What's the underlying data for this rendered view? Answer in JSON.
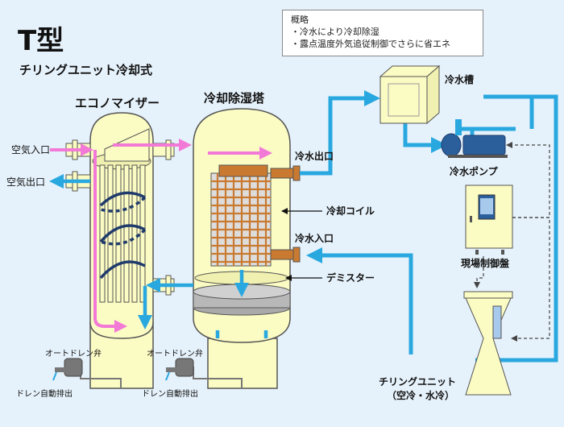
{
  "header": {
    "type_name": "T型",
    "subtitle": "チリングユニット冷却式"
  },
  "summary": {
    "heading": "概略",
    "lines": [
      "・冷水により冷却除湿",
      "・露点温度外気追従制御でさらに省エネ"
    ]
  },
  "labels": {
    "economizer": "エコノマイザー",
    "tower": "冷却除湿塔",
    "air_in": "空気入口",
    "air_out": "空気出口",
    "chilled_water_tank": "冷水槽",
    "chilled_water_pump": "冷水ポンプ",
    "chilled_water_outlet": "冷水出口",
    "chilled_water_inlet": "冷水入口",
    "cooling_coil": "冷却コイル",
    "demister": "デミスター",
    "control_panel": "現場制御盤",
    "chilling_unit_line1": "チリングユニット",
    "chilling_unit_line2": "（空冷・水冷）",
    "drain_trap_1": "オートドレン弁",
    "drain_trap_2": "オートドレン弁",
    "drain_auto_1": "ドレン自動排出",
    "drain_auto_2": "ドレン自動排出"
  },
  "colors": {
    "background": "#e6f2fb",
    "vessel": "#fbfbc4",
    "water_pipe": "#29a8e0",
    "air_flow": "#f27ad6",
    "coil": "#c97a30",
    "spiral": "#1f3b6b"
  }
}
